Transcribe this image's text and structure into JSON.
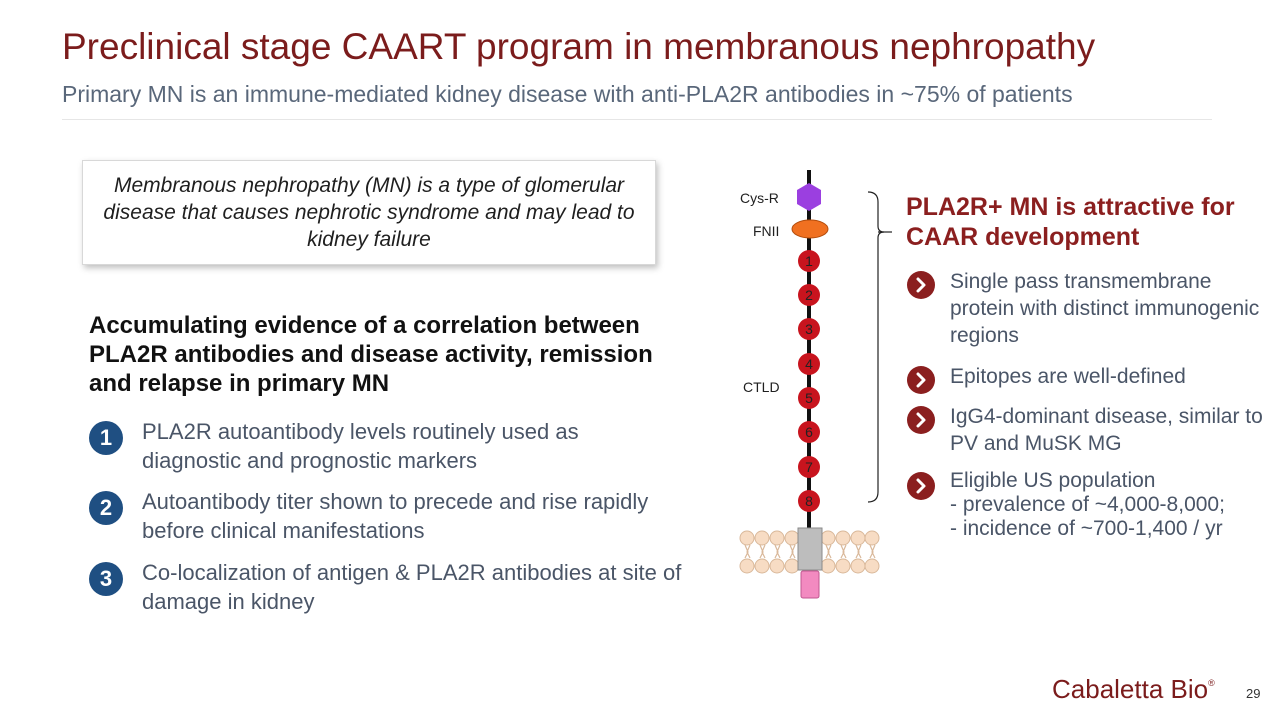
{
  "header": {
    "title": "Preclinical stage CAART program in membranous nephropathy",
    "subtitle": "Primary MN is an immune-mediated kidney disease with anti-PLA2R antibodies in ~75% of patients"
  },
  "callout": {
    "text": "Membranous nephropathy (MN) is a type of glomerular disease that causes nephrotic syndrome and may lead to kidney failure"
  },
  "evidence": {
    "heading": "Accumulating evidence of a correlation between PLA2R antibodies and disease activity, remission and relapse in primary MN",
    "items": [
      {
        "num": "1",
        "text": "PLA2R autoantibody levels routinely used as diagnostic and prognostic markers"
      },
      {
        "num": "2",
        "text": "Autoantibody titer shown to precede and rise rapidly before clinical manifestations"
      },
      {
        "num": "3",
        "text": "Co-localization of antigen & PLA2R antibodies at site of damage in kidney"
      }
    ]
  },
  "diagram": {
    "labels": {
      "cys_r": "Cys-R",
      "fnii": "FNII",
      "ctld": "CTLD"
    },
    "domains": [
      "1",
      "2",
      "3",
      "4",
      "5",
      "6",
      "7",
      "8"
    ],
    "colors": {
      "cys_r": "#9b3fe0",
      "fnii": "#f07020",
      "ctld": "#c8141e",
      "transmembrane": "#bdbdbd",
      "cytoplasmic": "#f28ac0",
      "membrane": "#f7dcc4"
    }
  },
  "right": {
    "heading": "PLA2R+ MN is attractive for CAAR development",
    "bullets": [
      {
        "text": "Single pass transmembrane protein with distinct immunogenic regions"
      },
      {
        "text": "Epitopes are well-defined"
      },
      {
        "text": "IgG4-dominant disease, similar to PV and MuSK MG"
      },
      {
        "text": "Eligible US population\n- prevalence of ~4,000-8,000;\n- incidence of ~700-1,400 / yr"
      }
    ]
  },
  "footer": {
    "logo": "Cabaletta Bio",
    "logo_mark": "®",
    "page": "29"
  },
  "theme": {
    "title_color": "#7b1c1c",
    "badge_blue": "#1f4f82",
    "accent_red": "#8b1f1f"
  }
}
